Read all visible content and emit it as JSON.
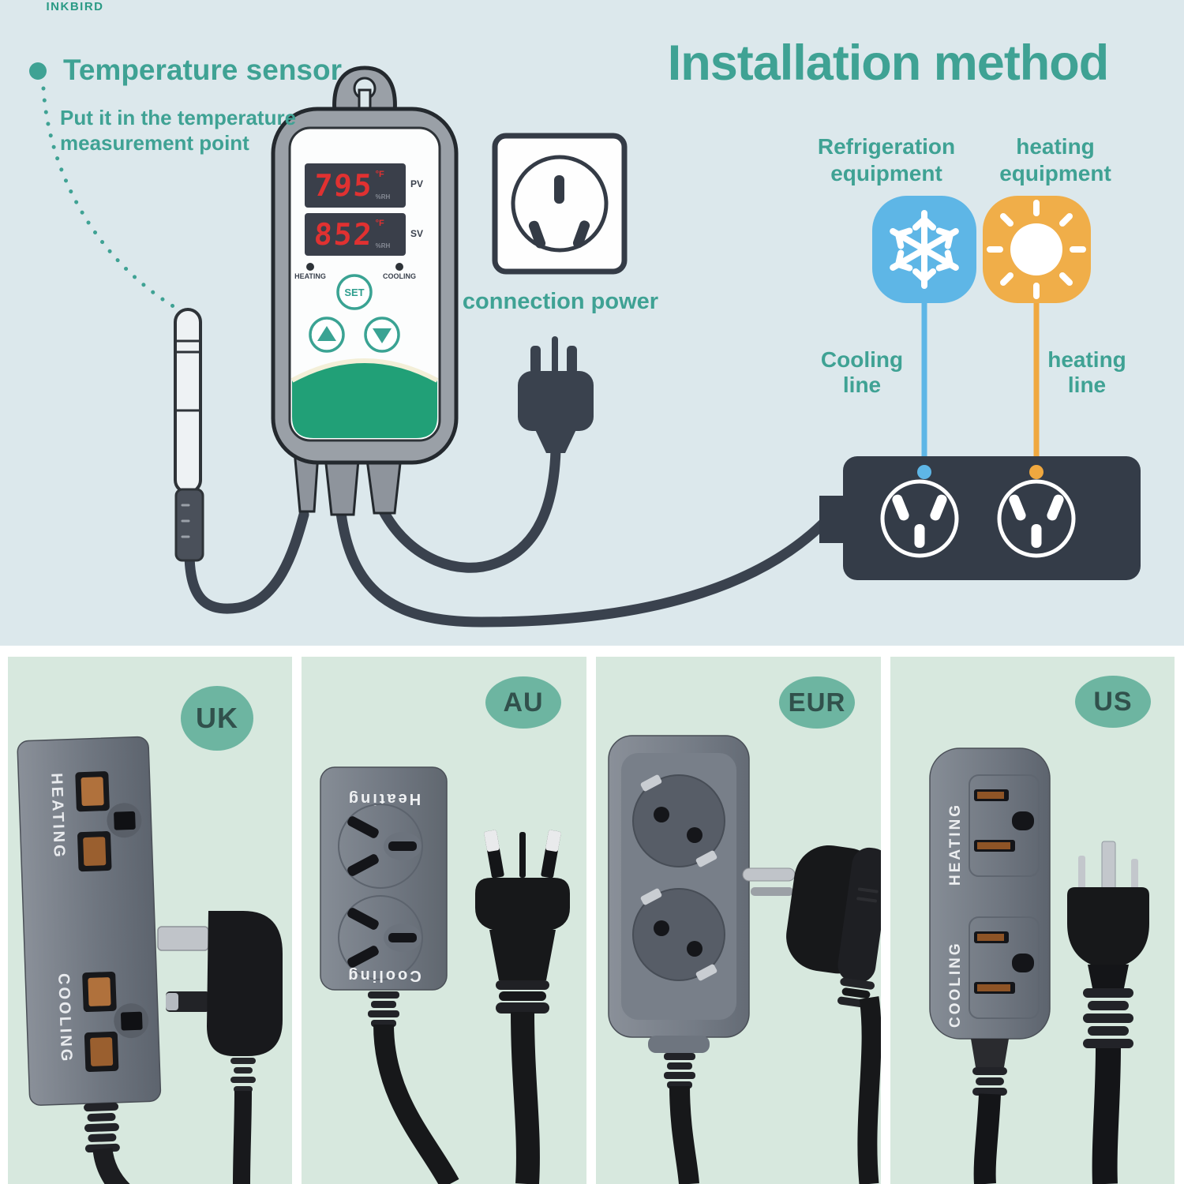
{
  "title": "Installation method",
  "sensor": {
    "title": "Temperature sensor",
    "line1": "Put it in the temperature",
    "line2": "measurement point"
  },
  "controller": {
    "brand": "INKBIRD",
    "pv": {
      "value": "795",
      "unit": "°F",
      "label": "PV",
      "sub": "%RH"
    },
    "sv": {
      "value": "852",
      "unit": "°F",
      "label": "SV",
      "sub": "%RH"
    },
    "heating": "HEATING",
    "cooling": "COOLING",
    "set": "SET"
  },
  "connection": {
    "label": "connection power"
  },
  "equipment": {
    "refrigeration": {
      "line1": "Refrigeration",
      "line2": "equipment"
    },
    "heating": {
      "line1": "heating",
      "line2": "equipment"
    }
  },
  "lines": {
    "cooling": {
      "line1": "Cooling",
      "line2": "line"
    },
    "heating": {
      "line1": "heating",
      "line2": "line"
    }
  },
  "panels": [
    {
      "region": "UK",
      "top_label": "HEATING",
      "bottom_label": "COOLING"
    },
    {
      "region": "AU",
      "top_label": "Heating",
      "bottom_label": "Cooling"
    },
    {
      "region": "EUR"
    },
    {
      "region": "US",
      "top_label": "HEATING",
      "bottom_label": "COOLING"
    }
  ],
  "colors": {
    "teal": "#3fa294",
    "top_bg": "#dce8ec",
    "panel_bg": "#d7e8de",
    "badge": "#6db5a1",
    "dark": "#394150",
    "blue": "#5eb6e6",
    "orange": "#f0ae49",
    "green": "#21a077",
    "red": "#e03131"
  }
}
